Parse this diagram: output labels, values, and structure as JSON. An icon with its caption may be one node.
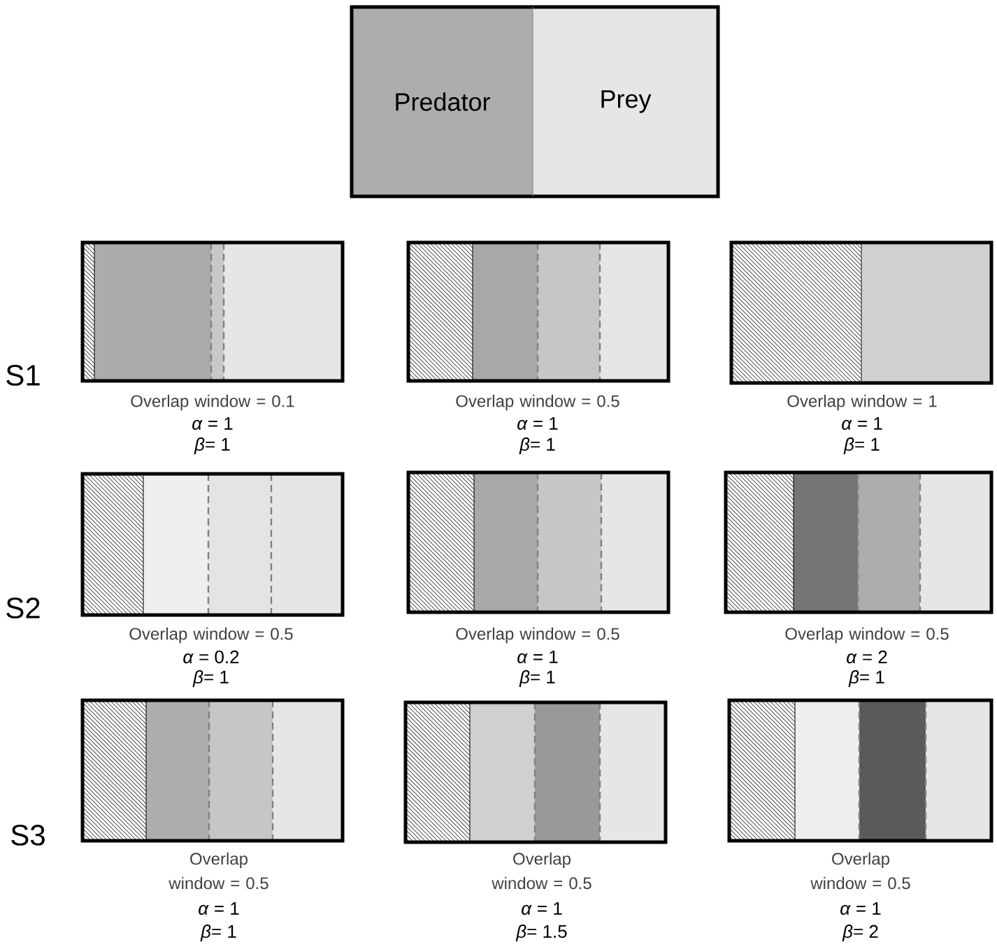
{
  "diagram": {
    "nodes": [
      {
        "text": [
          "Predator"
        ]
      },
      {
        "text": [
          "Prey"
        ]
      }
    ],
    "labels": [
      "S1",
      "Overlap window = 0.1",
      "*α* = 1",
      "*β*= 1",
      "Overlap window = 0.5",
      "*α* = 1",
      "*β*= 1",
      "Overlap window = 1",
      "*α* = 1",
      "*β*= 1",
      "S2",
      "Overlap window = 0.5",
      "*α* = 0.2",
      "*β*= 1",
      "Overlap window = 0.5",
      "*α* = 1",
      "*β*= 1",
      "Overlap window = 0.5",
      "*α* = 2",
      "*β*= 1",
      "S3",
      "Overlap window = 0.5",
      "*α* = 1",
      "*β*= 1",
      "Overlap window = 0.5",
      "*α* = 1",
      "*β*= 1.5",
      "Overlap window = 0.5",
      "*α* = 1",
      "*β*= 2"
    ]
  }
}
